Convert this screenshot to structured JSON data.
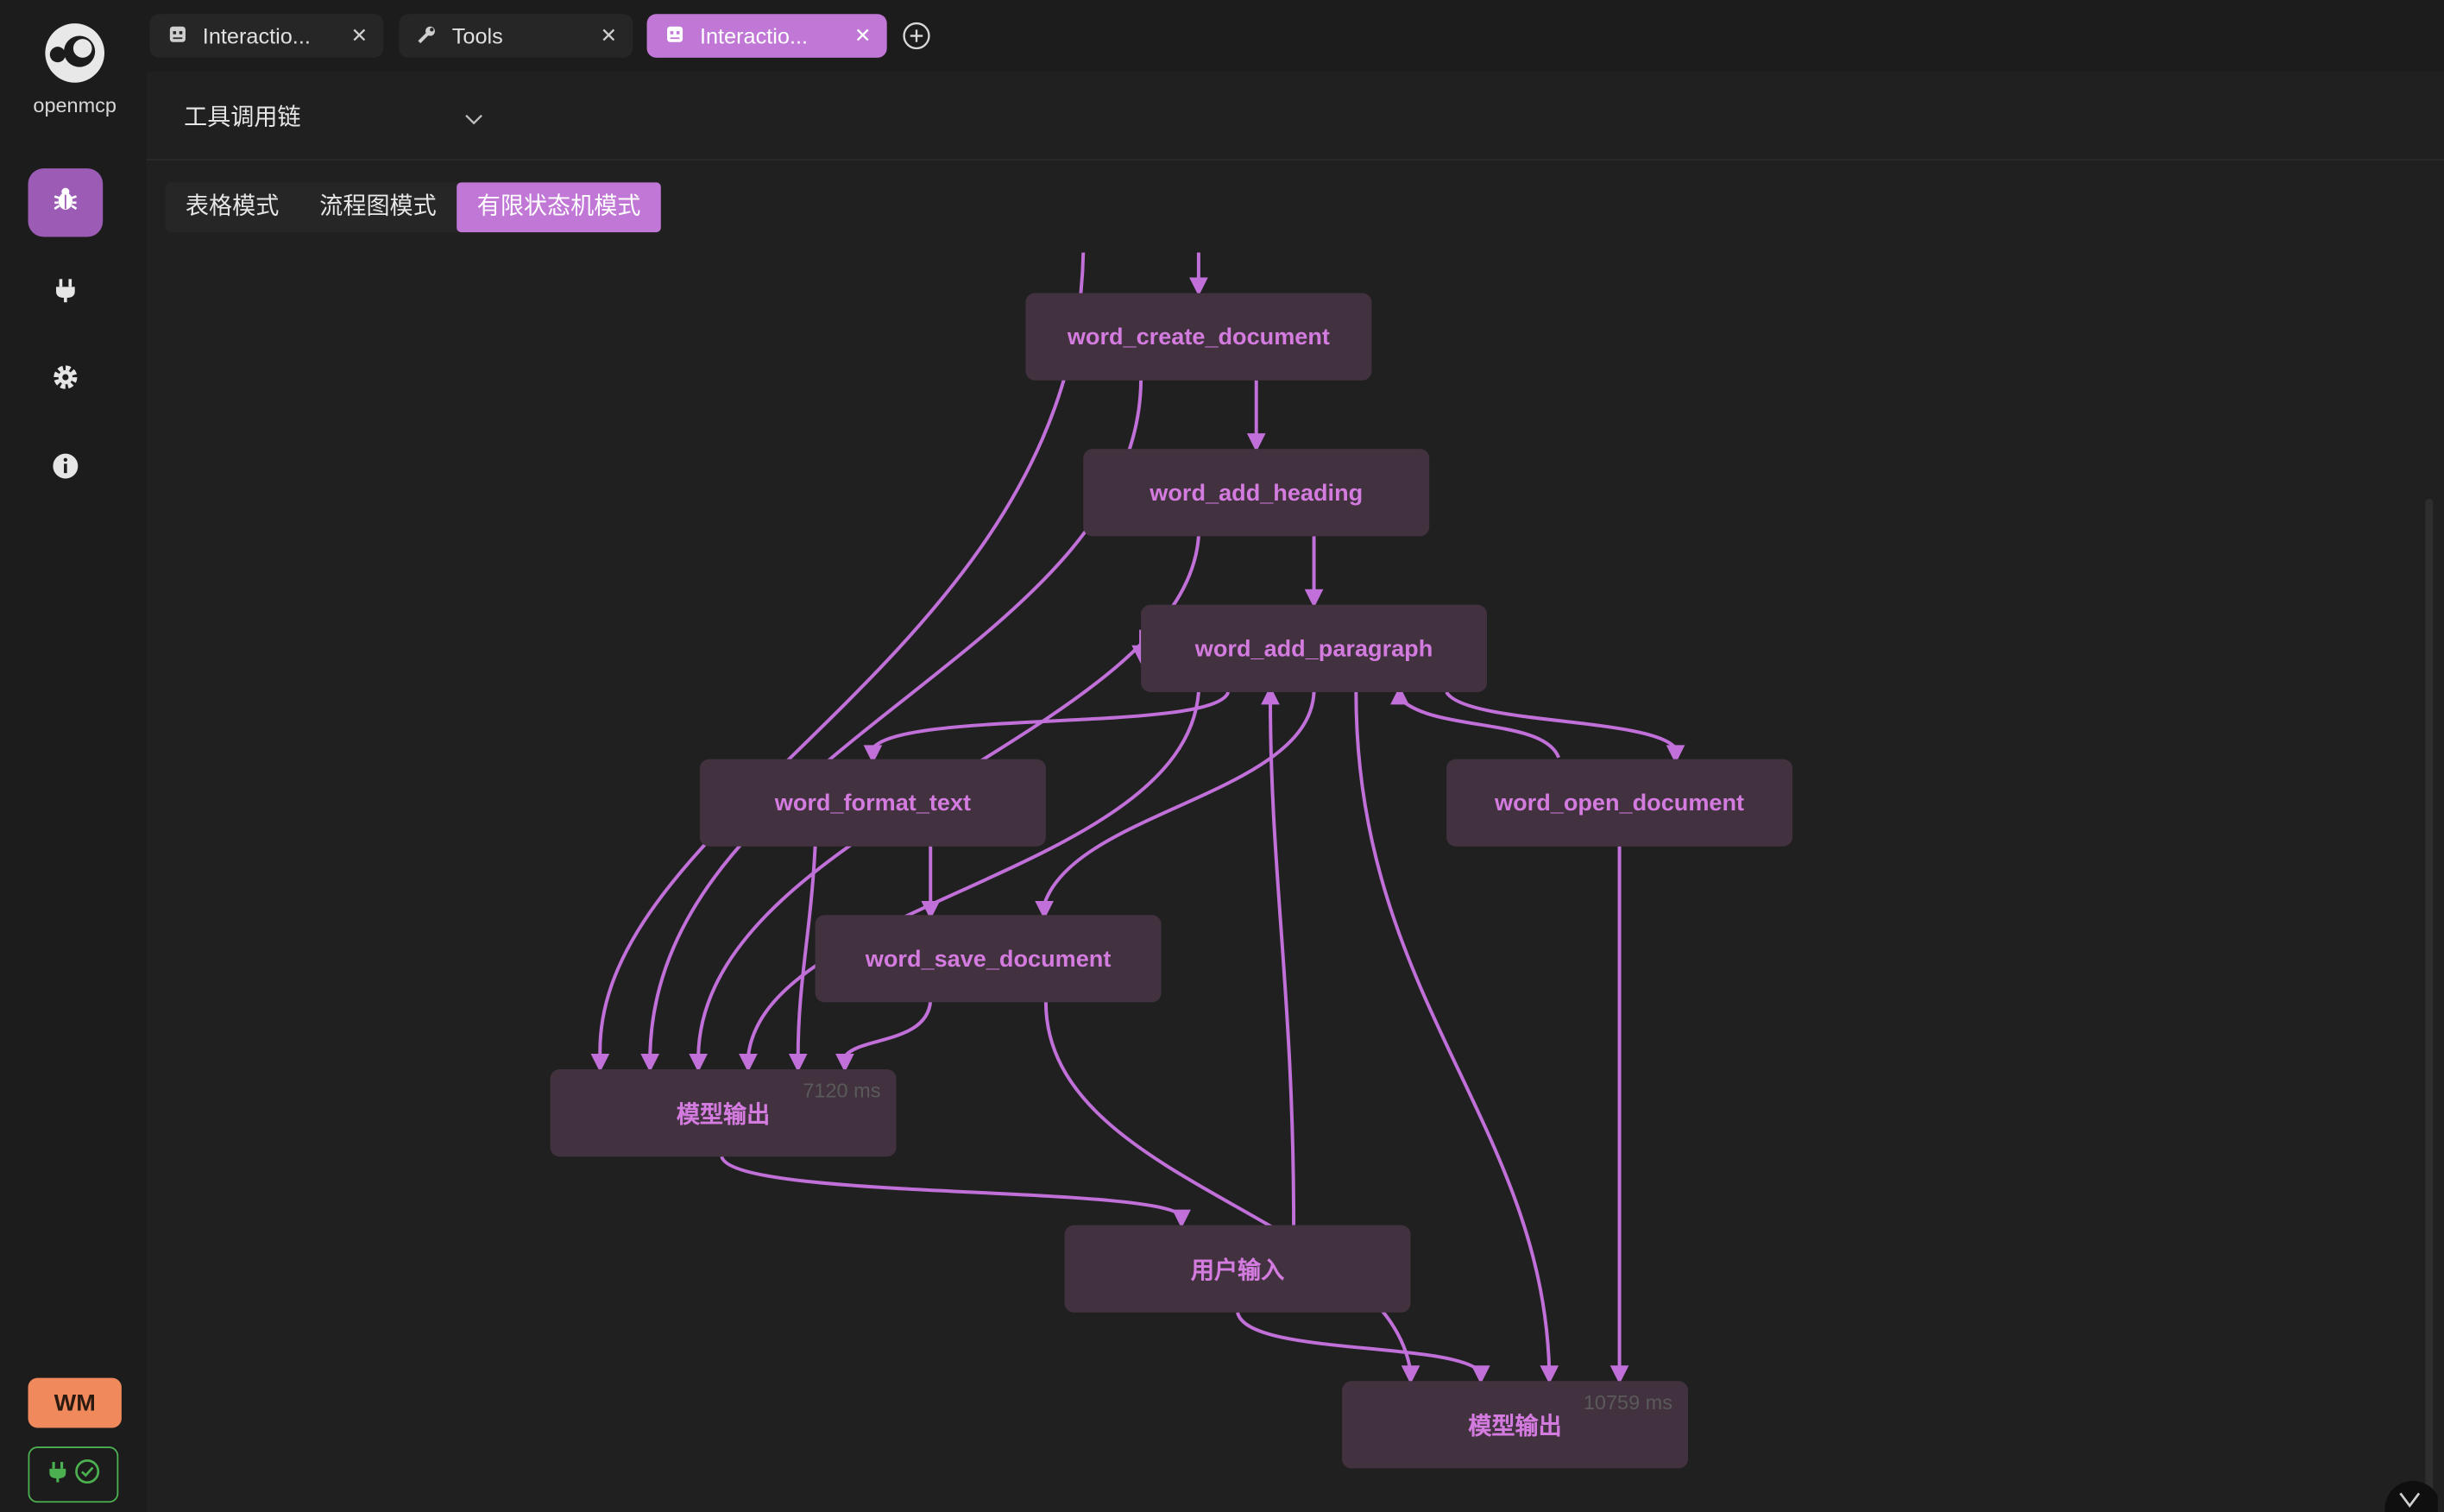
{
  "app": {
    "logo_text": "openmcp"
  },
  "sidebar": {
    "items": [
      {
        "icon": "bug-icon",
        "active": true
      },
      {
        "icon": "plug-icon",
        "active": false
      },
      {
        "icon": "gear-icon",
        "active": false
      },
      {
        "icon": "info-icon",
        "active": false
      }
    ],
    "badge_wm": "WM"
  },
  "tabs": [
    {
      "label": "Interactio...",
      "icon": "robot-icon",
      "active": false
    },
    {
      "label": "Tools",
      "icon": "wrench-icon",
      "active": false
    },
    {
      "label": "Interactio...",
      "icon": "robot-icon",
      "active": true
    }
  ],
  "header": {
    "select_value": "工具调用链"
  },
  "modes": [
    {
      "label": "表格模式",
      "active": false
    },
    {
      "label": "流程图模式",
      "active": false
    },
    {
      "label": "有限状态机模式",
      "active": true
    }
  ],
  "graph": {
    "colors": {
      "edge": "#c070d8",
      "node_bg": "#42323f",
      "node_text": "#d47be0"
    },
    "nodes": [
      {
        "id": "n1",
        "label": "word_create_document",
        "time": ""
      },
      {
        "id": "n2",
        "label": "word_add_heading",
        "time": ""
      },
      {
        "id": "n3",
        "label": "word_add_paragraph",
        "time": ""
      },
      {
        "id": "n4",
        "label": "word_format_text",
        "time": ""
      },
      {
        "id": "n5",
        "label": "word_open_document",
        "time": ""
      },
      {
        "id": "n6",
        "label": "word_save_document",
        "time": ""
      },
      {
        "id": "n7",
        "label": "模型输出",
        "time": "7120 ms"
      },
      {
        "id": "n8",
        "label": "用户输入",
        "time": ""
      },
      {
        "id": "n9",
        "label": "模型输出",
        "time": "10759 ms"
      }
    ]
  }
}
